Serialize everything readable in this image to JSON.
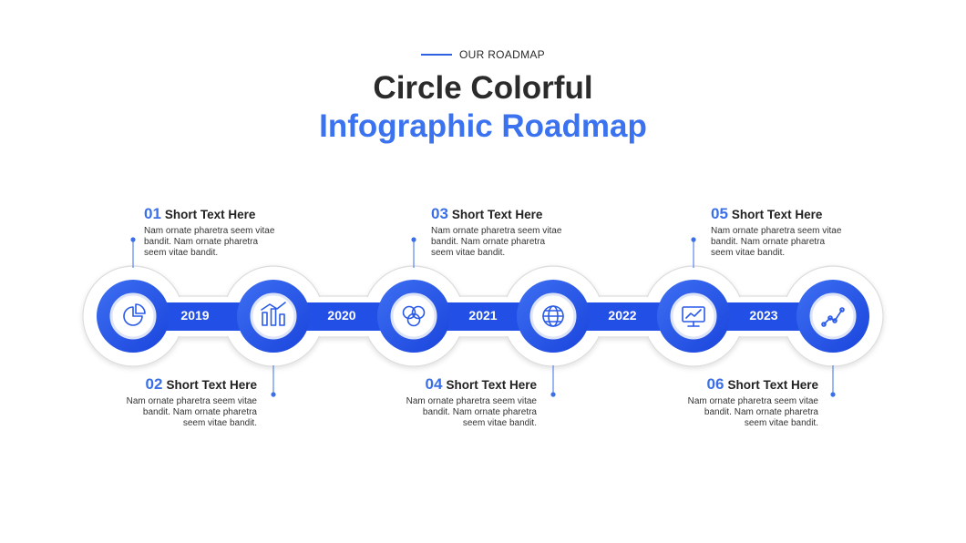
{
  "header": {
    "eyebrow": "OUR ROADMAP",
    "title_line1": "Circle Colorful",
    "title_line2": "Infographic Roadmap"
  },
  "colors": {
    "accent": "#3b72f0",
    "road_blue": "#1f4ee6",
    "text_dark": "#2b2b2b"
  },
  "years": [
    "2019",
    "2020",
    "2021",
    "2022",
    "2023"
  ],
  "icons": [
    "pie-chart-icon",
    "bar-chart-icon",
    "venn-diagram-icon",
    "globe-icon",
    "monitor-chart-icon",
    "line-graph-icon"
  ],
  "steps": [
    {
      "num": "01",
      "title": "Short Text Here",
      "desc": "Nam ornate pharetra seem vitae bandit. Nam ornate pharetra seem vitae bandit."
    },
    {
      "num": "02",
      "title": "Short Text Here",
      "desc": "Nam ornate pharetra seem vitae bandit. Nam ornate pharetra seem vitae bandit."
    },
    {
      "num": "03",
      "title": "Short Text Here",
      "desc": "Nam ornate pharetra seem vitae bandit. Nam ornate pharetra seem vitae bandit."
    },
    {
      "num": "04",
      "title": "Short Text Here",
      "desc": "Nam ornate pharetra seem vitae bandit. Nam ornate pharetra seem vitae bandit."
    },
    {
      "num": "05",
      "title": "Short Text Here",
      "desc": "Nam ornate pharetra seem vitae bandit. Nam ornate pharetra seem vitae bandit."
    },
    {
      "num": "06",
      "title": "Short Text Here",
      "desc": "Nam ornate pharetra seem vitae bandit. Nam ornate pharetra seem vitae bandit."
    }
  ]
}
